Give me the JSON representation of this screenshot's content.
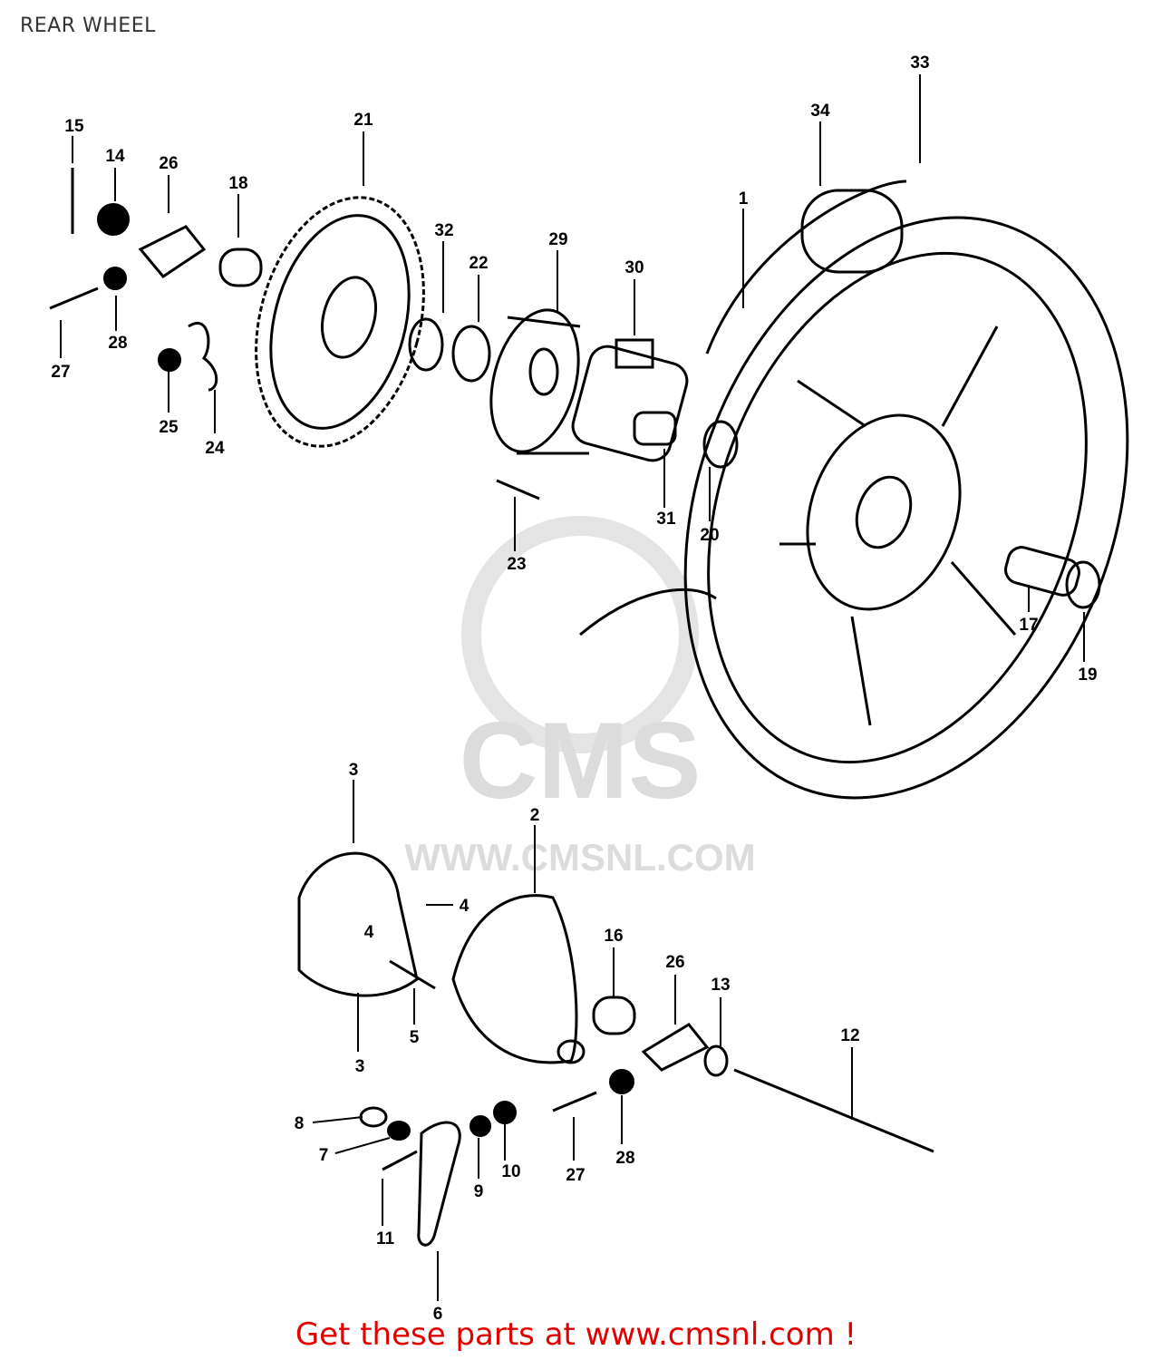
{
  "title": "REAR WHEEL",
  "footer": "Get these parts at www.cmsnl.com !",
  "watermark": {
    "logo_text": "CMS",
    "url": "WWW.CMSNL.COM"
  },
  "callouts": [
    "1",
    "2",
    "3",
    "3",
    "4",
    "4",
    "5",
    "6",
    "7",
    "8",
    "9",
    "10",
    "11",
    "12",
    "13",
    "14",
    "15",
    "16",
    "17",
    "18",
    "19",
    "20",
    "21",
    "22",
    "23",
    "24",
    "25",
    "26",
    "26",
    "27",
    "27",
    "28",
    "28",
    "29",
    "30",
    "31",
    "32",
    "33",
    "34"
  ]
}
